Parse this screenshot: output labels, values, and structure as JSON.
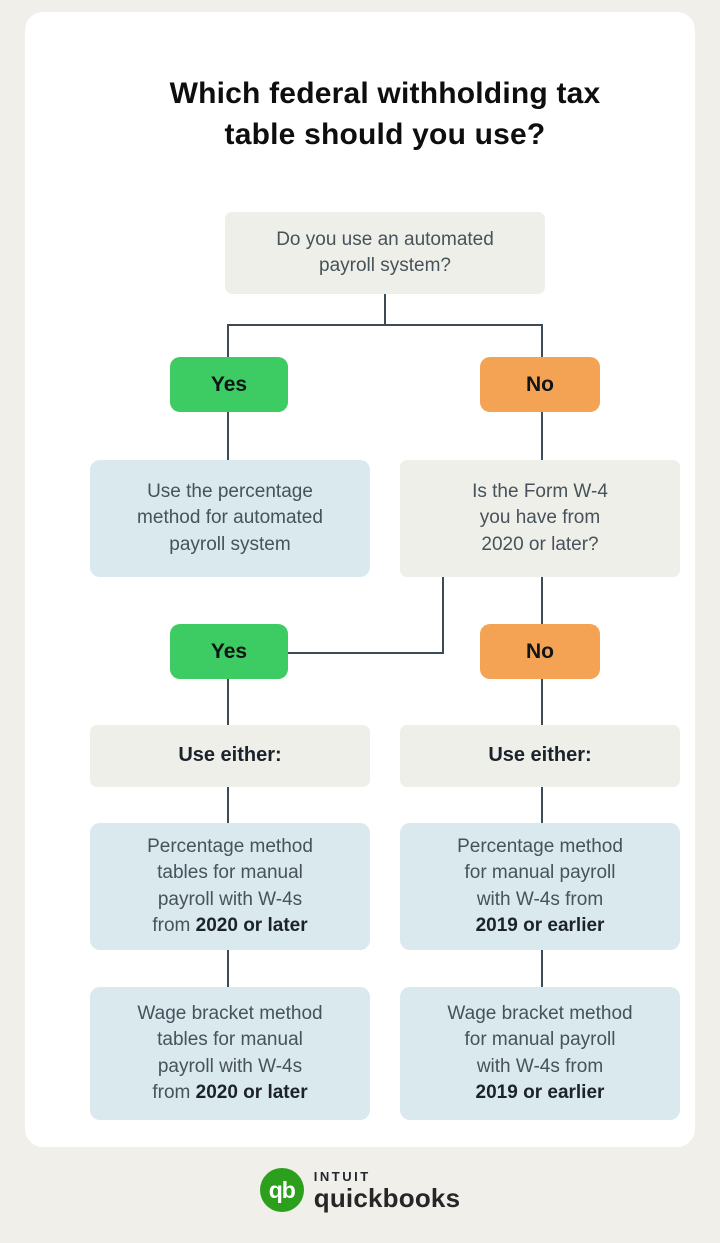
{
  "title": "Which federal withholding tax\ntable should you use?",
  "flow": {
    "q1": "Do you use an automated\npayroll system?",
    "branch1": {
      "yes": "Yes",
      "no": "No"
    },
    "automated_result": "Use the percentage\nmethod for automated\npayroll system",
    "q2": "Is the Form W-4\nyou have from\n2020 or later?",
    "branch2": {
      "yes": "Yes",
      "no": "No"
    },
    "use_either_left": "Use either:",
    "use_either_right": "Use either:",
    "percentage_2020": {
      "text": "Percentage method\ntables for manual\npayroll with W-4s\nfrom ",
      "bold": "2020 or later"
    },
    "percentage_2019": {
      "text": "Percentage method\nfor manual payroll\nwith W-4s from\n",
      "bold": "2019 or earlier"
    },
    "wage_2020": {
      "text": "Wage bracket method\ntables for manual\npayroll with W-4s\nfrom ",
      "bold": "2020 or later"
    },
    "wage_2019": {
      "text": "Wage bracket method\nfor manual payroll\nwith W-4s from\n",
      "bold": "2019 or earlier"
    }
  },
  "footer": {
    "logo_monogram": "qb",
    "brand_line1": "intuit",
    "brand_line2": "quickbooks"
  },
  "colors": {
    "page_background": "#f0efea",
    "card_background": "#ffffff",
    "yes_green": "#3dcb63",
    "no_orange": "#f4a355",
    "info_blue": "#d9e9ee",
    "question_gray": "#efefe9",
    "connector": "#3d4b57",
    "brand_green": "#2ca01c"
  }
}
